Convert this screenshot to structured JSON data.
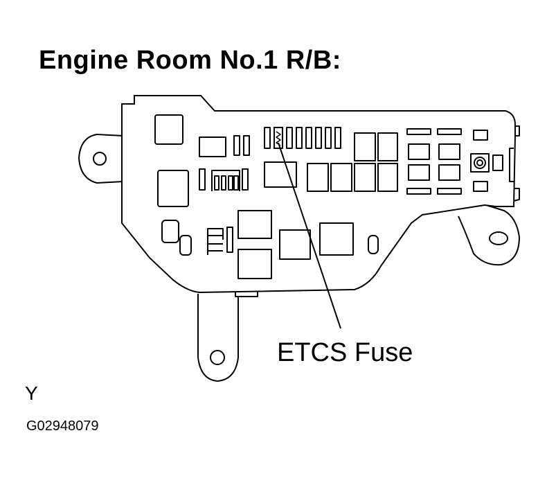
{
  "title": "Engine Room No.1 R/B:",
  "callout_label": "ETCS Fuse",
  "view_marker": "Y",
  "figure_id": "G02948079"
}
